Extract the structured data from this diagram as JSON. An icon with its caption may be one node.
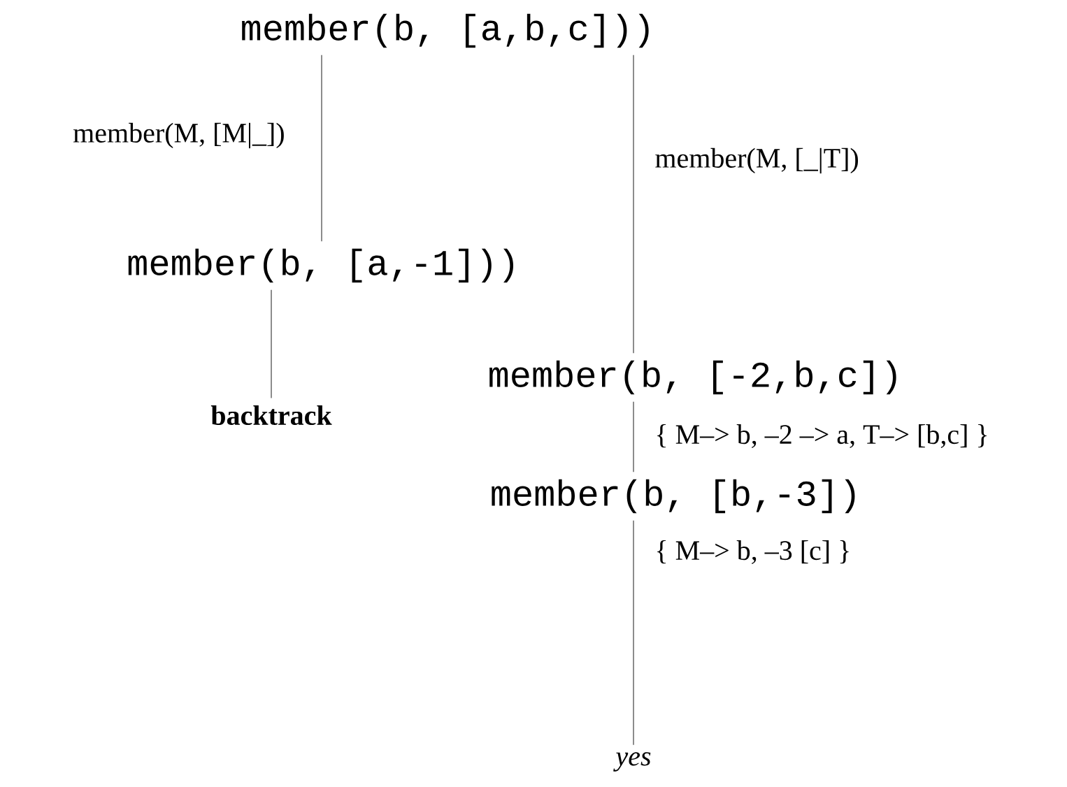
{
  "diagram": {
    "nodes": [
      {
        "text": [
          "member(b, [a,b,c]))"
        ]
      },
      {
        "text": [
          "member(b, [a,-1]))"
        ]
      },
      {
        "text": [
          "backtrack"
        ]
      },
      {
        "text": [
          "member(b, [-2,b,c])"
        ]
      },
      {
        "text": [
          "member(b, [b,-3])"
        ]
      },
      {
        "text": [
          "yes"
        ]
      }
    ],
    "edges": [
      {
        "from": 0,
        "to": 1,
        "arrow": "none",
        "label": "member(M, [M|_])"
      },
      {
        "from": 0,
        "to": 3,
        "arrow": "none",
        "label": "member(M, [_|T])"
      },
      {
        "from": 1,
        "to": 2,
        "arrow": "none"
      },
      {
        "from": 3,
        "to": 4,
        "arrow": "none",
        "label": "{ M–> b, –2 –> a, T–> [b,c] }"
      },
      {
        "from": 4,
        "to": 5,
        "arrow": "none",
        "label": "{ M–> b, –3 [c] }"
      }
    ]
  }
}
